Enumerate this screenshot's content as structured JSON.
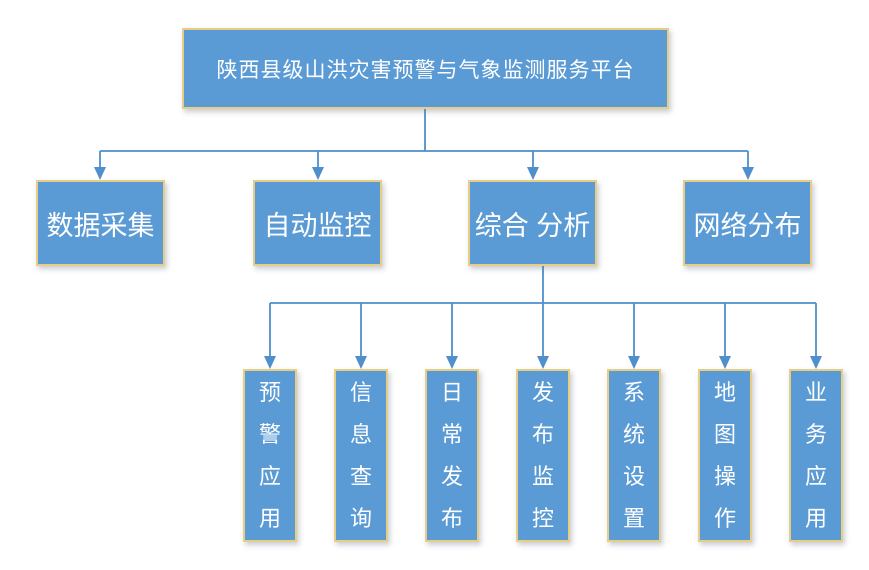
{
  "diagram": {
    "title": "陕西县级山洪灾害预警与气象监测服务平台",
    "colors": {
      "box_fill": "#5b9bd5",
      "box_border": "#e8ce84",
      "connector": "#4f8fcc",
      "text": "#ffffff",
      "background": "#ffffff"
    },
    "level2": [
      {
        "label": "数据采集"
      },
      {
        "label": "自动监控"
      },
      {
        "label": "综合 分析"
      },
      {
        "label": "网络分布"
      }
    ],
    "level3": [
      {
        "label": "预警应用"
      },
      {
        "label": "信息查询"
      },
      {
        "label": "日常发布"
      },
      {
        "label": "发布监控"
      },
      {
        "label": "系统设置"
      },
      {
        "label": "地图操作"
      },
      {
        "label": "业务应用"
      }
    ]
  }
}
